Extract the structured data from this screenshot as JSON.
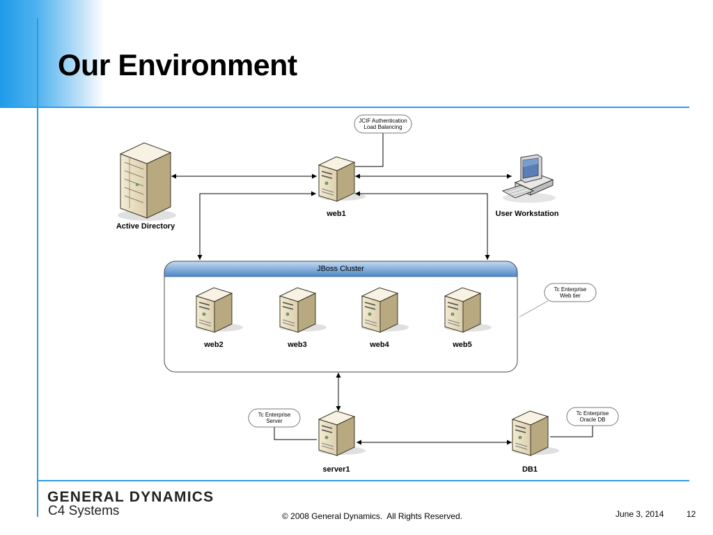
{
  "slide": {
    "title": "Our Environment",
    "footer": {
      "logo_main": "GENERAL DYNAMICS",
      "logo_sub": "C4 Systems",
      "copyright": "© 2008 General Dynamics.  All Rights Reserved.",
      "date": "June 3, 2014",
      "page_number": "12"
    }
  },
  "diagram": {
    "nodes": {
      "active_directory": "Active Directory",
      "web1": "web1",
      "user_workstation": "User Workstation",
      "web2": "web2",
      "web3": "web3",
      "web4": "web4",
      "web5": "web5",
      "server1": "server1",
      "db1": "DB1"
    },
    "cluster": {
      "title": "JBoss Cluster"
    },
    "callouts": {
      "jcif": [
        "JCIF Authentication",
        "Load Balancing"
      ],
      "web_tier": [
        "Tc Enterprise",
        "Web tier"
      ],
      "server": [
        "Tc Enterprise",
        "Server"
      ],
      "oracle_db": [
        "Tc Enterprise",
        "Oracle DB"
      ]
    }
  }
}
